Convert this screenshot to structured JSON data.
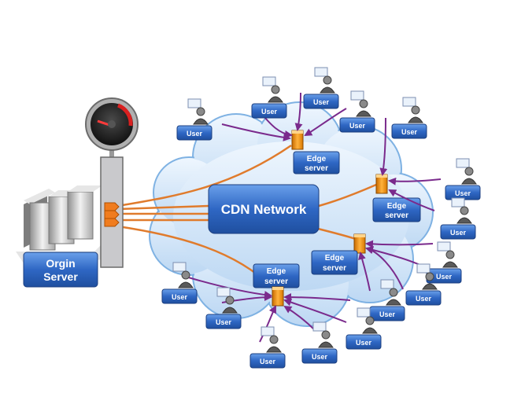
{
  "diagram": {
    "origin_label_line1": "Orgin",
    "origin_label_line2": "Server",
    "cdn_label": "CDN Network",
    "edge_label_line1": "Edge",
    "edge_label_line2": "server",
    "user_label": "User"
  },
  "colors": {
    "link_orange": "#e07b2c",
    "link_purple": "#7a2a8c",
    "label_blue": "#2f67c4",
    "cloud_blue": "#cfe3f7"
  }
}
